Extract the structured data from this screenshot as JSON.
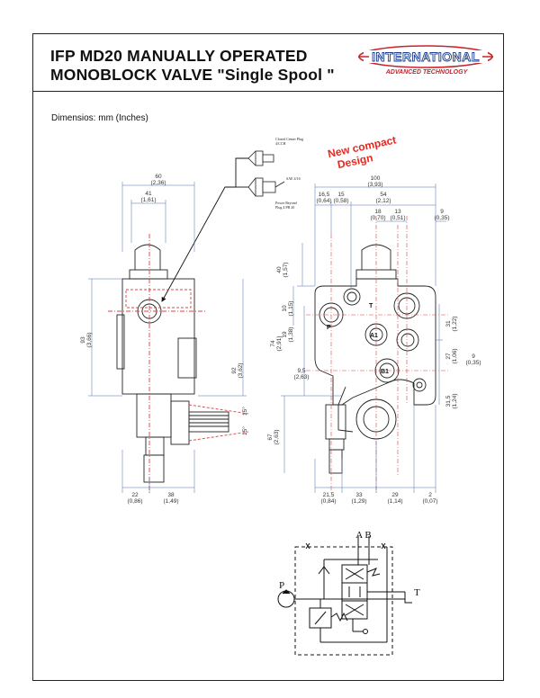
{
  "header": {
    "title_line1": "IFP MD20 MANUALLY OPERATED",
    "title_line2": "MONOBLOCK VALVE  \"Single Spool \"",
    "logo_text_main": "INTERNATIONAL",
    "logo_text_sub": "ADVANCED TECHNOLOGY"
  },
  "dimensions_label": "Dimensios: mm (Inches)",
  "annotation": {
    "line1": "New compact",
    "line2": "Design",
    "color": "#e8281e"
  },
  "small_notes": {
    "closed_center_1": "Closed Center Plug",
    "closed_center_2": "4/CCH",
    "sae": "SAE 4/16",
    "power_beyond_1": "Power Beyond",
    "power_beyond_2": "Plug 4 PB 20"
  },
  "left_view": {
    "top_60": "60",
    "top_60_in": "(2,36)",
    "top_41": "41",
    "top_41_in": "(1,61)",
    "side_93": "93",
    "side_93_in": "(3,66)",
    "side_92": "92",
    "side_92_in": "(3,62)",
    "angle_top": "15°",
    "angle_bot": "15°",
    "bot_22": "22",
    "bot_22_in": "(0,86)",
    "bot_38": "38",
    "bot_38_in": "(1,49)"
  },
  "right_view": {
    "top_100": "100",
    "top_100_in": "(3,93)",
    "d16_5": "16,5",
    "d16_5_in": "(0,64)",
    "d15": "15",
    "d15_in": "(0,58)",
    "d54": "54",
    "d54_in": "(2,12)",
    "d18": "18",
    "d18_in": "(0,70)",
    "d13": "13",
    "d13_in": "(0,51)",
    "d9_top": "9",
    "d9_top_in": "(0,35)",
    "d40": "40",
    "d40_in": "(1,57)",
    "d10": "10",
    "d10_in": "(1,15)",
    "d19": "19",
    "d19_in": "(1,38)",
    "d74": "74",
    "d74_in": "(2,91)",
    "d9_5": "9,5",
    "d9_5_in": "(2,63)",
    "d67": "67",
    "d67_in": "(2,63)",
    "d31": "31",
    "d31_in": "(1,22)",
    "d27": "27",
    "d27_in": "(1,06)",
    "d9_side": "9",
    "d9_side_in": "(0,35)",
    "d31_5": "31,5",
    "d31_5_in": "(1,24)",
    "b21_5": "21,5",
    "b21_5_in": "(0,84)",
    "b33": "33",
    "b33_in": "(1,29)",
    "b29": "29",
    "b29_in": "(1,14)",
    "b2": "2",
    "b2_in": "(0,07)",
    "port_t": "T",
    "port_p": "P",
    "port_a1": "A1",
    "port_b1": "B1"
  },
  "schematic": {
    "label_ab": "A B",
    "label_p": "P",
    "label_t": "T"
  }
}
